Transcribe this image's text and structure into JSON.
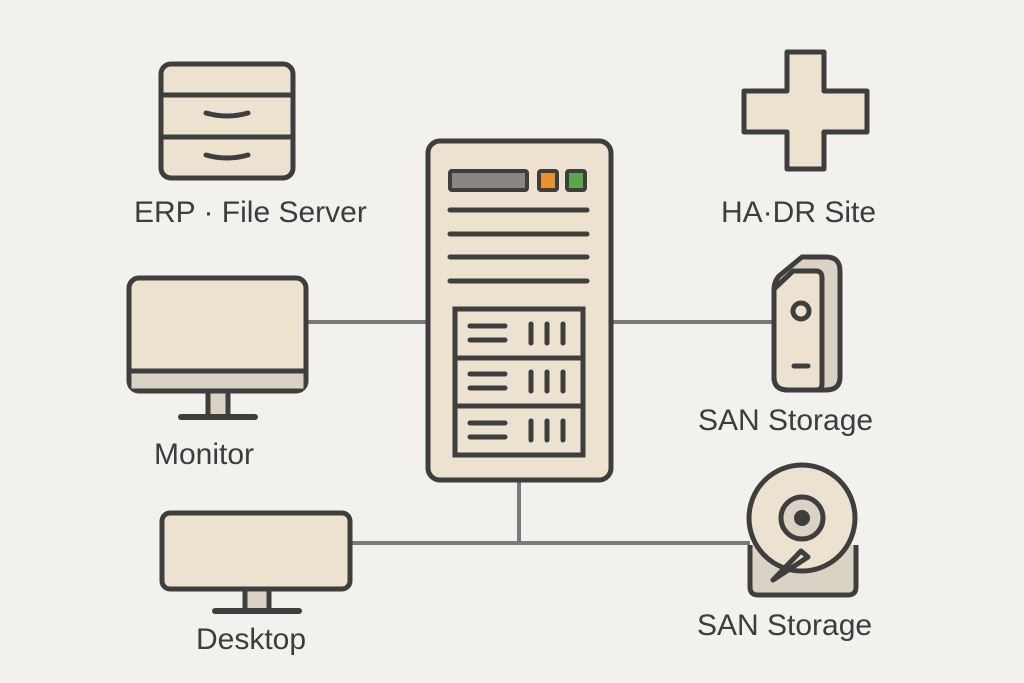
{
  "colors": {
    "background": "#f3f1ee",
    "fill": "#ece2cf",
    "stroke": "#3e3e3e",
    "connector": "#7a7a7a",
    "shade": "#d9d2c5",
    "led_orange": "#e8912d",
    "led_green": "#5aa64b"
  },
  "nodes": {
    "erp": {
      "label": "ERP · File Server",
      "icon": "file-cabinet-icon"
    },
    "monitor": {
      "label": "Monitor",
      "icon": "monitor-icon"
    },
    "desktop": {
      "label": "Desktop",
      "icon": "desktop-icon"
    },
    "server": {
      "label": "",
      "icon": "server-tower-icon"
    },
    "ha_dr": {
      "label": "HA·DR Site",
      "icon": "cross-icon"
    },
    "san_1": {
      "label": "SAN Storage",
      "icon": "storage-device-icon"
    },
    "san_2": {
      "label": "SAN Storage",
      "icon": "hard-disk-icon"
    }
  },
  "connections": [
    {
      "from": "monitor",
      "to": "server"
    },
    {
      "from": "server",
      "to": "san_1"
    },
    {
      "from": "server",
      "to": "desktop"
    },
    {
      "from": "server",
      "to": "san_2"
    }
  ]
}
